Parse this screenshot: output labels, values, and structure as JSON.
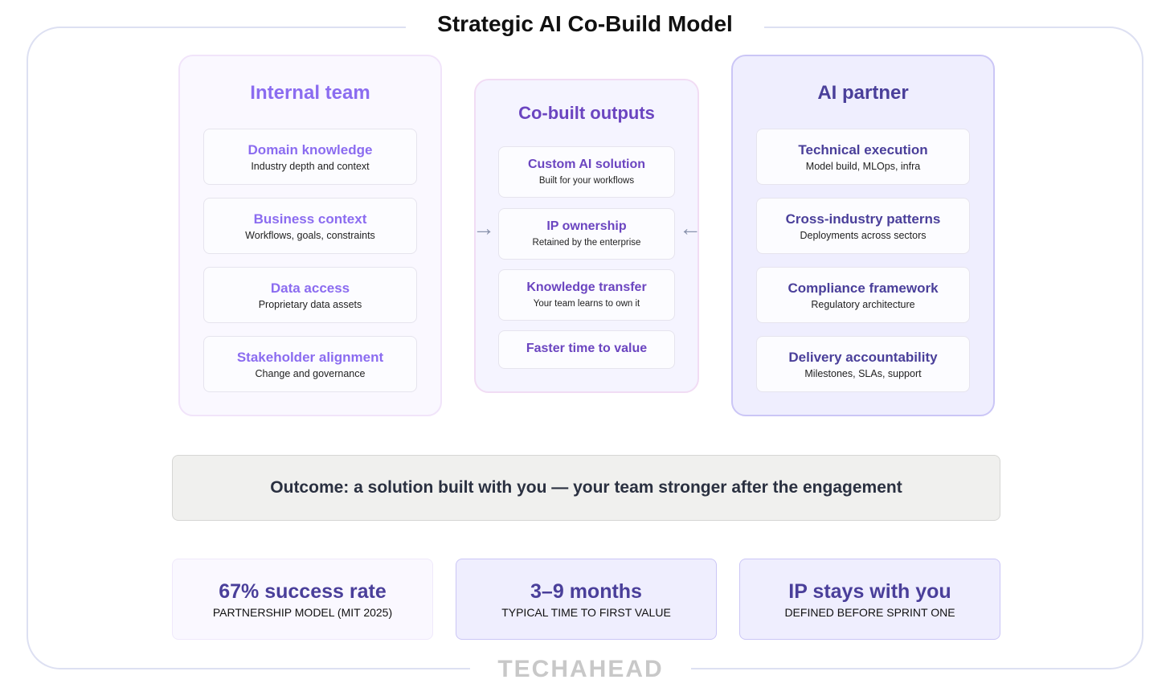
{
  "title": "Strategic AI Co-Build Model",
  "logo": "TECHAHEAD",
  "internal": {
    "heading": "Internal team",
    "items": [
      {
        "title": "Domain knowledge",
        "sub": "Industry depth and context"
      },
      {
        "title": "Business context",
        "sub": "Workflows, goals, constraints"
      },
      {
        "title": "Data access",
        "sub": "Proprietary data assets"
      },
      {
        "title": "Stakeholder alignment",
        "sub": "Change and governance"
      }
    ]
  },
  "outputs": {
    "heading": "Co-built outputs",
    "items": [
      {
        "title": "Custom AI solution",
        "sub": "Built for your workflows"
      },
      {
        "title": "IP ownership",
        "sub": "Retained by the enterprise"
      },
      {
        "title": "Knowledge transfer",
        "sub": "Your team learns to own it"
      },
      {
        "title": "Faster time to value"
      }
    ]
  },
  "partner": {
    "heading": "AI partner",
    "items": [
      {
        "title": "Technical execution",
        "sub": "Model build, MLOps, infra"
      },
      {
        "title": "Cross-industry patterns",
        "sub": "Deployments across sectors"
      },
      {
        "title": "Compliance framework",
        "sub": "Regulatory architecture"
      },
      {
        "title": "Delivery accountability",
        "sub": "Milestones, SLAs, support"
      }
    ]
  },
  "outcome": "Outcome: a solution built with you — your team stronger after the engagement",
  "stats": [
    {
      "value": "67% success rate",
      "label": "PARTNERSHIP MODEL (MIT 2025)"
    },
    {
      "value": "3–9 months",
      "label": "TYPICAL TIME TO FIRST VALUE"
    },
    {
      "value": "IP stays with you",
      "label": "DEFINED BEFORE SPRINT ONE"
    }
  ],
  "colors": {
    "internal": "#8b6cf0",
    "outputs": "#6b45c0",
    "partner": "#4a3f9a"
  }
}
